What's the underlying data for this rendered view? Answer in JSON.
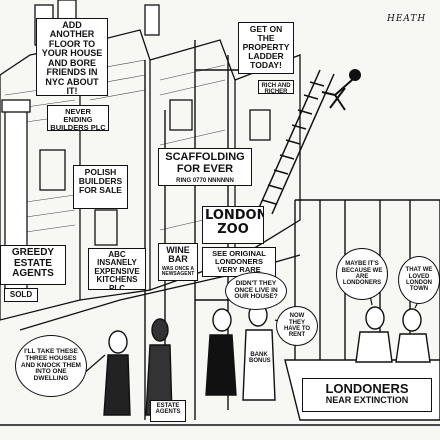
{
  "cartoon": {
    "signature": "HEATH",
    "signs": {
      "add_floor": "ADD ANOTHER FLOOR TO YOUR HOUSE AND BORE FRIENDS IN NYC ABOUT IT!",
      "property_ladder": "GET ON THE PROPERTY LADDER TODAY!",
      "rich_ladder": "RICH AND RICHER",
      "never_ending": "NEVER ENDING BUILDERS PLC",
      "polish_builders": "POLISH BUILDERS FOR SALE",
      "scaffolding": "SCAFFOLDING FOR EVER",
      "scaffolding_sub": "RING 0770 NNNNNN",
      "london_zoo": "LONDON ZOO",
      "greedy_estate": "GREEDY ESTATE AGENTS",
      "sold": "SOLD",
      "abc_kitchens": "ABC INSANELY EXPENSIVE KITCHENS PLC",
      "wine_bar": "WINE BAR",
      "wine_bar_sub": "WAS ONCE A NEWSAGENT",
      "see_original": "SEE ORIGINAL LONDONERS VERY RARE",
      "estate_agent_board": "ESTATE AGENTS",
      "bank_shirt": "BANK BONUS",
      "cage_plaque": "LONDONERS",
      "cage_plaque_sub": "NEAR EXTINCTION"
    },
    "bubbles": {
      "take_houses": "I'LL TAKE THESE THREE HOUSES AND KNOCK THEM INTO ONE DWELLING",
      "didnt_they": "DIDN'T THEY ONCE LIVE IN OUR HOUSE?",
      "now_they_have": "NOW THEY HAVE TO RENT",
      "maybe_because": "MAYBE IT'S BECAUSE WE ARE LONDONERS",
      "loved_london": "THAT WE LOVED LONDON TOWN"
    }
  }
}
